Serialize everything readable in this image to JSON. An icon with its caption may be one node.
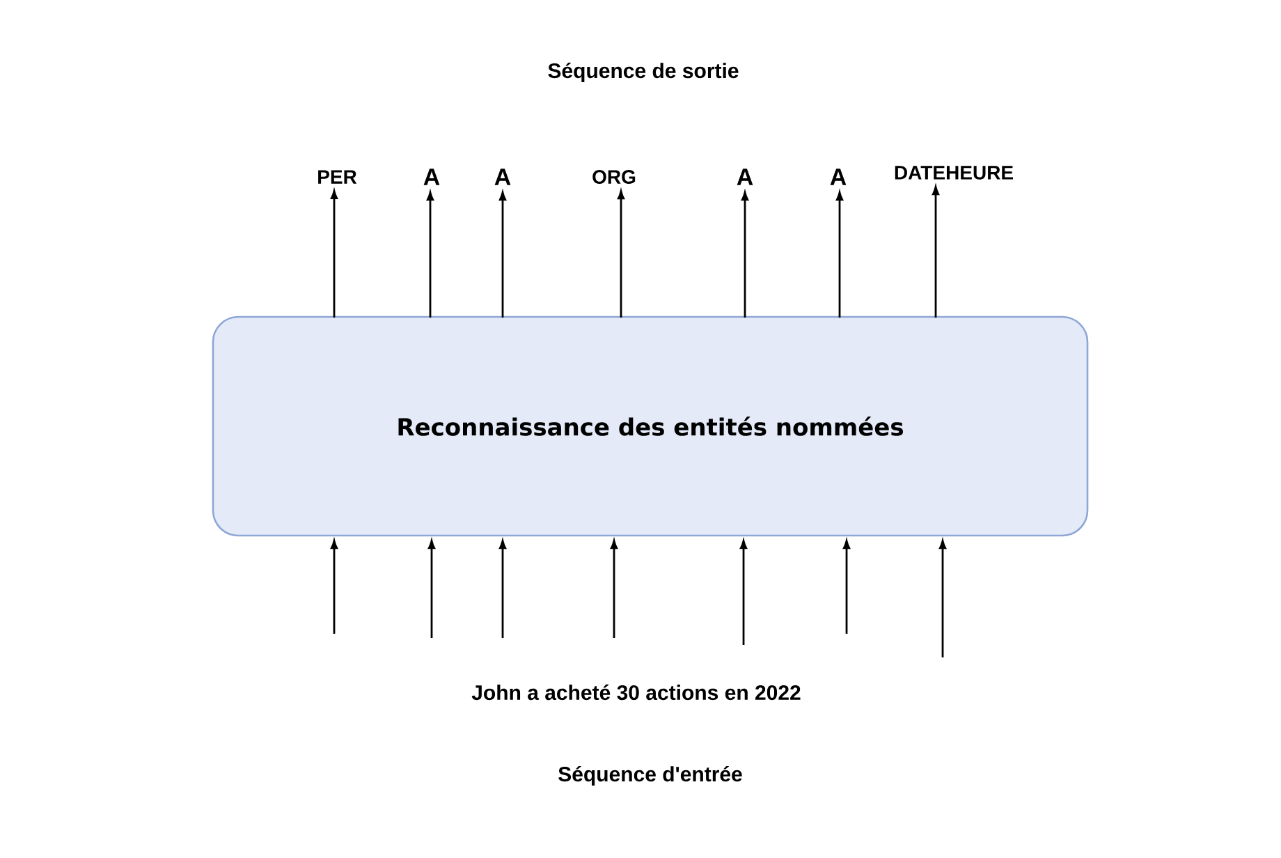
{
  "diagram": {
    "title": "Séquence de sortie",
    "nodes": [
      {
        "text": [
          "Reconnaissance des entités nommées"
        ]
      },
      {
        "text": [
          "PER"
        ]
      },
      {
        "text": [
          "A"
        ]
      },
      {
        "text": [
          "A"
        ]
      },
      {
        "text": [
          "ORG"
        ]
      },
      {
        "text": [
          "A"
        ]
      },
      {
        "text": [
          "A"
        ]
      },
      {
        "text": [
          "DATEHEURE"
        ]
      }
    ],
    "edges": [
      {
        "from": 0,
        "to": 1,
        "arrow": "to"
      },
      {
        "from": 0,
        "to": 2,
        "arrow": "to"
      },
      {
        "from": 0,
        "to": 3,
        "arrow": "to"
      },
      {
        "from": 0,
        "to": 4,
        "arrow": "to"
      },
      {
        "from": 0,
        "to": 5,
        "arrow": "to"
      },
      {
        "from": 0,
        "to": 6,
        "arrow": "to"
      },
      {
        "from": 0,
        "to": 7,
        "arrow": "to"
      },
      {
        "from": null,
        "to": 0,
        "arrow": "to"
      },
      {
        "from": null,
        "to": 0,
        "arrow": "to"
      },
      {
        "from": null,
        "to": 0,
        "arrow": "to"
      },
      {
        "from": null,
        "to": 0,
        "arrow": "to"
      },
      {
        "from": null,
        "to": 0,
        "arrow": "to"
      },
      {
        "from": null,
        "to": 0,
        "arrow": "to"
      },
      {
        "from": null,
        "to": 0,
        "arrow": "to"
      }
    ],
    "labels": [
      "John a acheté 30 actions en 2022",
      "Séquence d'entrée"
    ]
  }
}
